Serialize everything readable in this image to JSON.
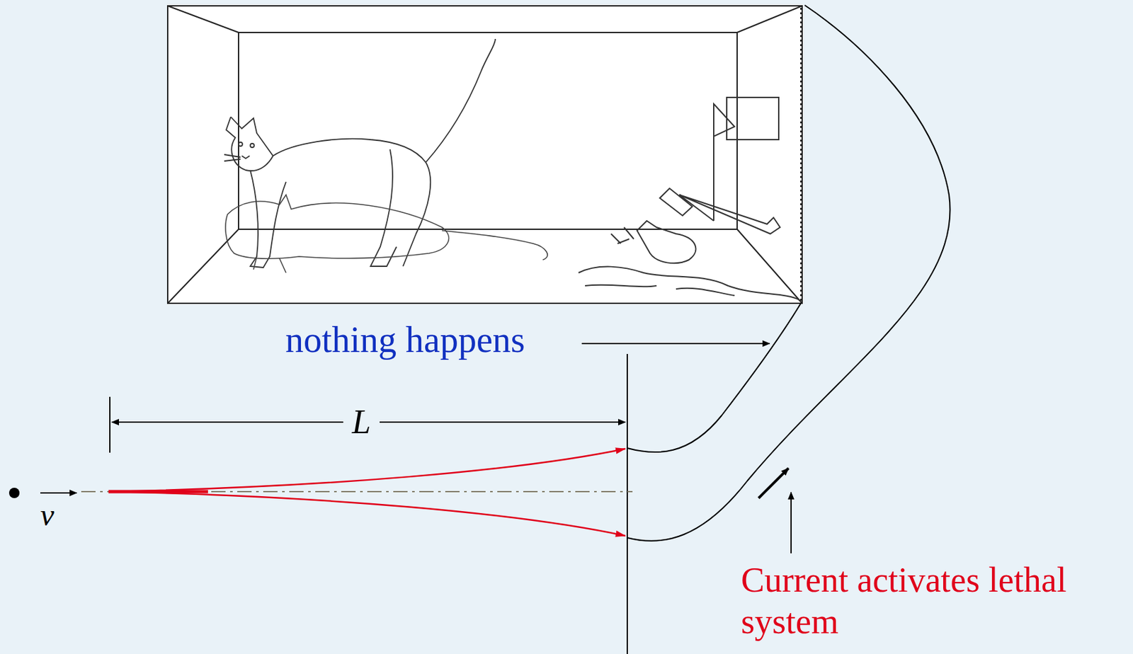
{
  "diagram": {
    "labels": [
      "nothing happens",
      "L",
      "v",
      "Current activates lethal system"
    ]
  }
}
